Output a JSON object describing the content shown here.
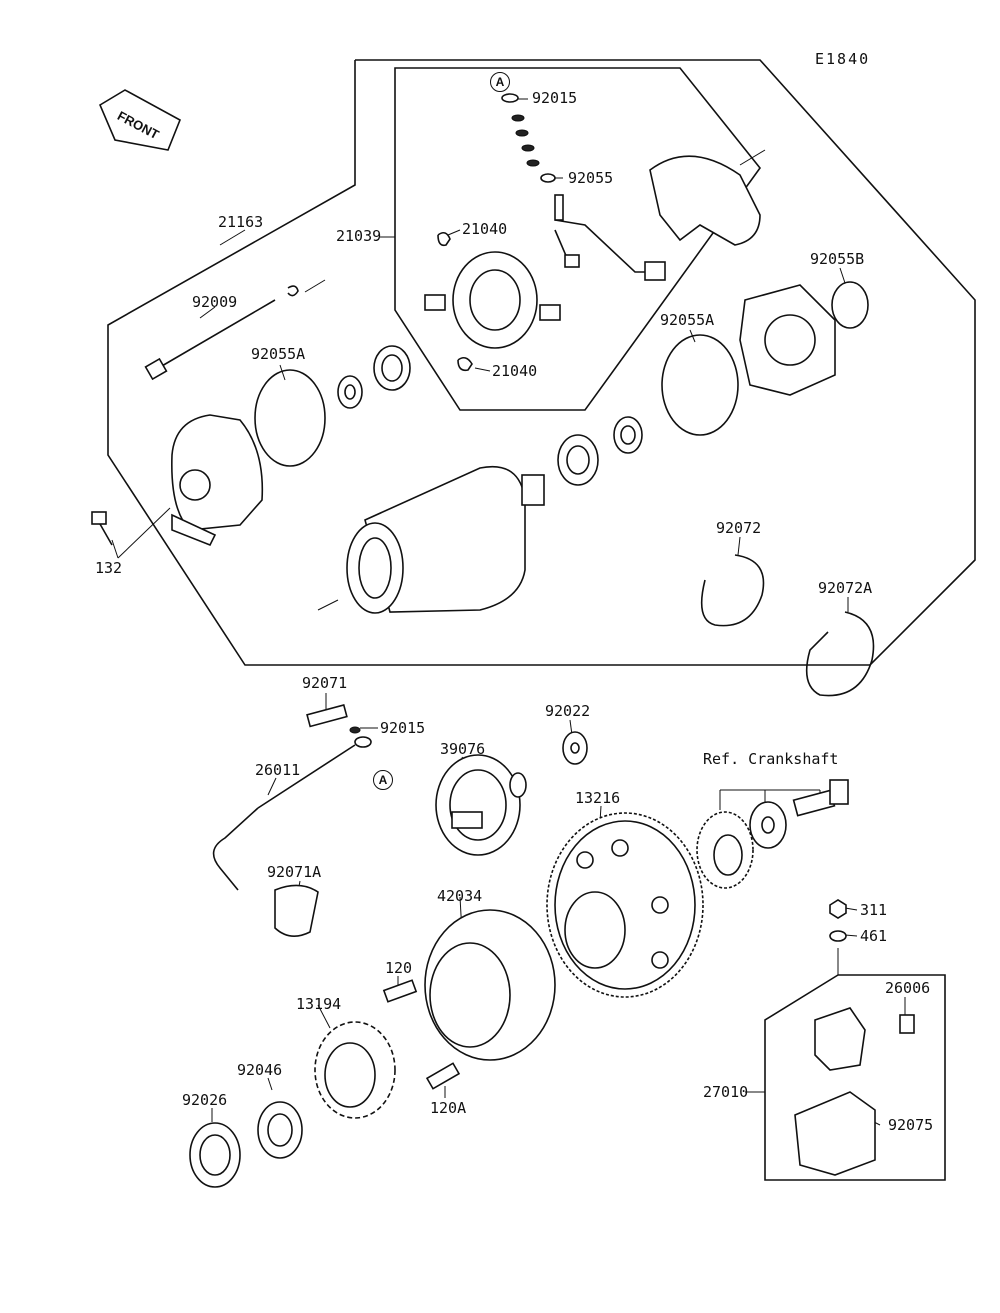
{
  "diagram_code": "E1840",
  "front_label": "FRONT",
  "ref_marker": "A",
  "labels": {
    "p21163": "21163",
    "p21039": "21039",
    "p92015a": "92015",
    "p92055": "92055",
    "p21040a": "21040",
    "p21040b": "21040",
    "p92009": "92009",
    "p92055A_left": "92055A",
    "p92055A_right": "92055A",
    "p92055B": "92055B",
    "p132": "132",
    "p92072": "92072",
    "p92072A": "92072A",
    "p92071": "92071",
    "p92015b": "92015",
    "p26011": "26011",
    "p92071A": "92071A",
    "p39076": "39076",
    "p92022": "92022",
    "p13216": "13216",
    "ref_crankshaft": "Ref. Crankshaft",
    "p311": "311",
    "p461": "461",
    "p26006": "26006",
    "p27010": "27010",
    "p92075": "92075",
    "p42034": "42034",
    "p120": "120",
    "p120A": "120A",
    "p13194": "13194",
    "p92046": "92046",
    "p92026": "92026"
  }
}
